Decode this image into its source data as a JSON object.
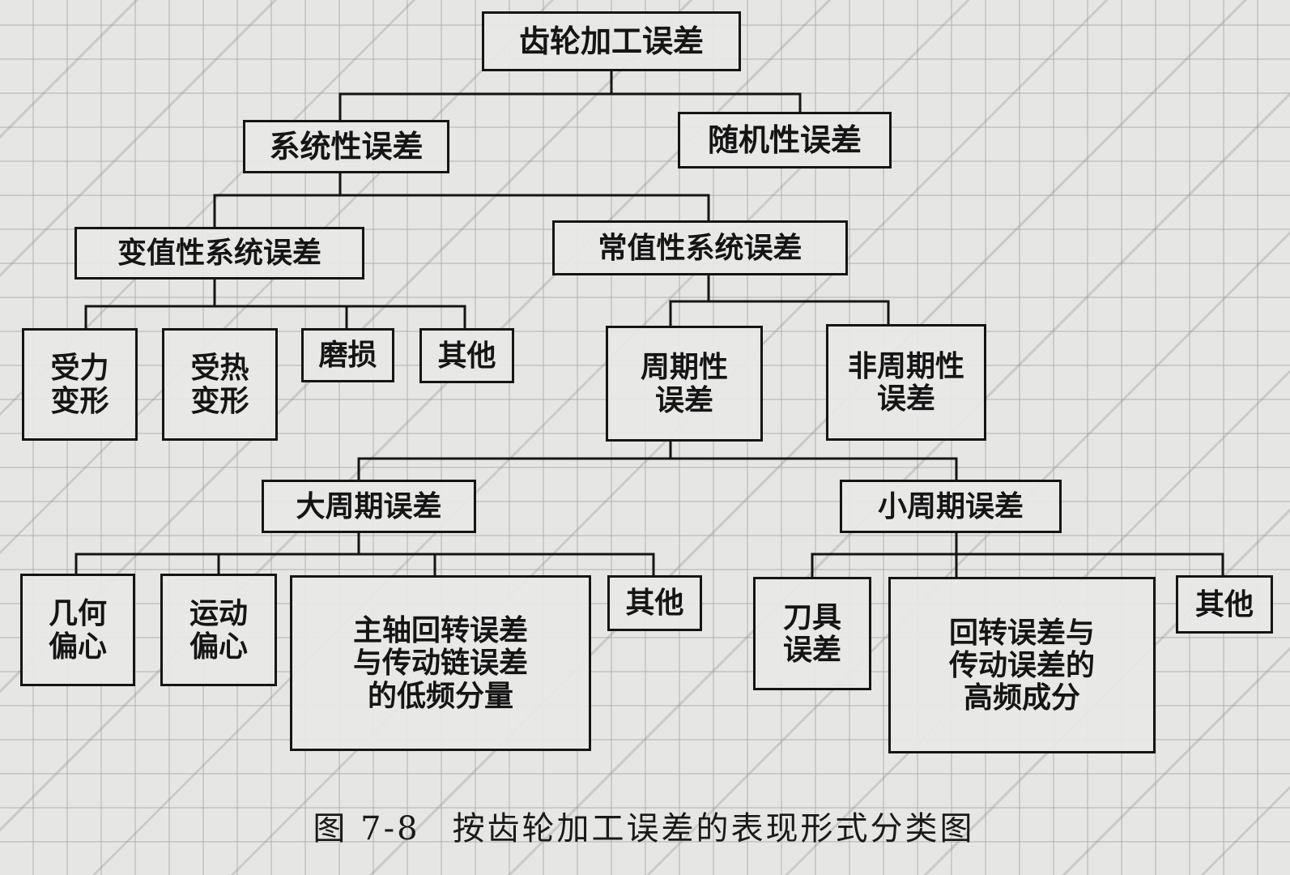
{
  "diagram": {
    "root": "齿轮加工误差",
    "systematic": "系统性误差",
    "random": "随机性误差",
    "variable_systematic": "变值性系统误差",
    "constant_systematic": "常值性系统误差",
    "force_deformation": "受力\n变形",
    "thermal_deformation": "受热\n变形",
    "wear": "磨损",
    "other_1": "其他",
    "periodic": "周期性\n误差",
    "non_periodic": "非周期性\n误差",
    "long_period": "大周期误差",
    "short_period": "小周期误差",
    "geometric_eccentricity": "几何\n偏心",
    "kinematic_eccentricity": "运动\n偏心",
    "low_freq": "主轴回转误差\n与传动链误差\n的低频分量",
    "other_2": "其他",
    "tool_error": "刀具\n误差",
    "high_freq": "回转误差与\n传动误差的\n高频成分",
    "other_3": "其他"
  },
  "caption": {
    "figure_number": "图 7-8",
    "title": "按齿轮加工误差的表现形式分类图"
  }
}
